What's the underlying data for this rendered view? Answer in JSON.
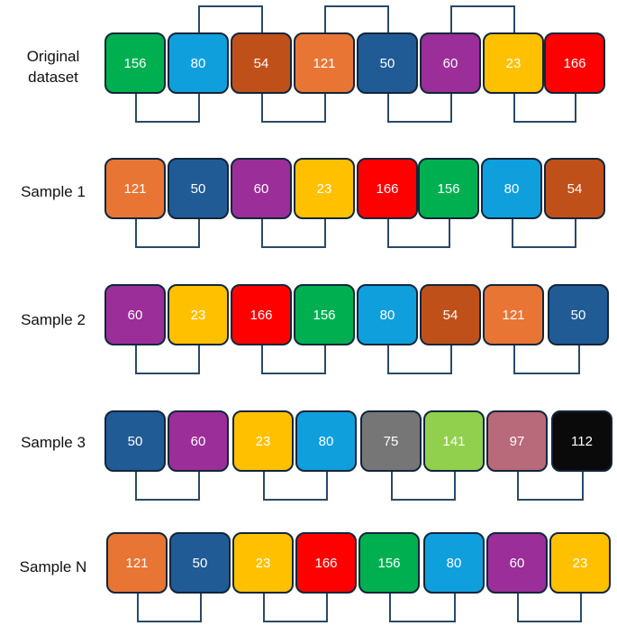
{
  "colors": {
    "green": "#00b050",
    "lightblue": "#109fdd",
    "brown": "#c0501a",
    "orange": "#e97535",
    "navy": "#215b96",
    "purple": "#9b2e98",
    "yellow": "#ffc000",
    "red": "#ff0000",
    "gray": "#767676",
    "lightgreen": "#91d04d",
    "rose": "#b8697a",
    "black": "#0a0a0a",
    "border": "#12263a",
    "connector": "#2a4a66"
  },
  "rows": [
    {
      "label": "Original\ndataset",
      "boxes": [
        {
          "value": "156",
          "color": "green"
        },
        {
          "value": "80",
          "color": "lightblue"
        },
        {
          "value": "54",
          "color": "brown"
        },
        {
          "value": "121",
          "color": "orange"
        },
        {
          "value": "50",
          "color": "navy"
        },
        {
          "value": "60",
          "color": "purple"
        },
        {
          "value": "23",
          "color": "yellow"
        },
        {
          "value": "166",
          "color": "red"
        }
      ]
    },
    {
      "label": "Sample 1",
      "boxes": [
        {
          "value": "121",
          "color": "orange"
        },
        {
          "value": "50",
          "color": "navy"
        },
        {
          "value": "60",
          "color": "purple"
        },
        {
          "value": "23",
          "color": "yellow"
        },
        {
          "value": "166",
          "color": "red"
        },
        {
          "value": "156",
          "color": "green"
        },
        {
          "value": "80",
          "color": "lightblue"
        },
        {
          "value": "54",
          "color": "brown"
        }
      ]
    },
    {
      "label": "Sample 2",
      "boxes": [
        {
          "value": "60",
          "color": "purple"
        },
        {
          "value": "23",
          "color": "yellow"
        },
        {
          "value": "166",
          "color": "red"
        },
        {
          "value": "156",
          "color": "green"
        },
        {
          "value": "80",
          "color": "lightblue"
        },
        {
          "value": "54",
          "color": "brown"
        },
        {
          "value": "121",
          "color": "orange"
        },
        {
          "value": "50",
          "color": "navy"
        }
      ]
    },
    {
      "label": "Sample 3",
      "boxes": [
        {
          "value": "50",
          "color": "navy"
        },
        {
          "value": "60",
          "color": "purple"
        },
        {
          "value": "23",
          "color": "yellow"
        },
        {
          "value": "80",
          "color": "lightblue"
        },
        {
          "value": "75",
          "color": "gray"
        },
        {
          "value": "141",
          "color": "lightgreen"
        },
        {
          "value": "97",
          "color": "rose"
        },
        {
          "value": "112",
          "color": "black"
        }
      ]
    },
    {
      "label": "Sample N",
      "boxes": [
        {
          "value": "121",
          "color": "orange"
        },
        {
          "value": "50",
          "color": "navy"
        },
        {
          "value": "23",
          "color": "yellow"
        },
        {
          "value": "166",
          "color": "red"
        },
        {
          "value": "156",
          "color": "green"
        },
        {
          "value": "80",
          "color": "lightblue"
        },
        {
          "value": "60",
          "color": "purple"
        },
        {
          "value": "23",
          "color": "yellow"
        }
      ]
    }
  ]
}
